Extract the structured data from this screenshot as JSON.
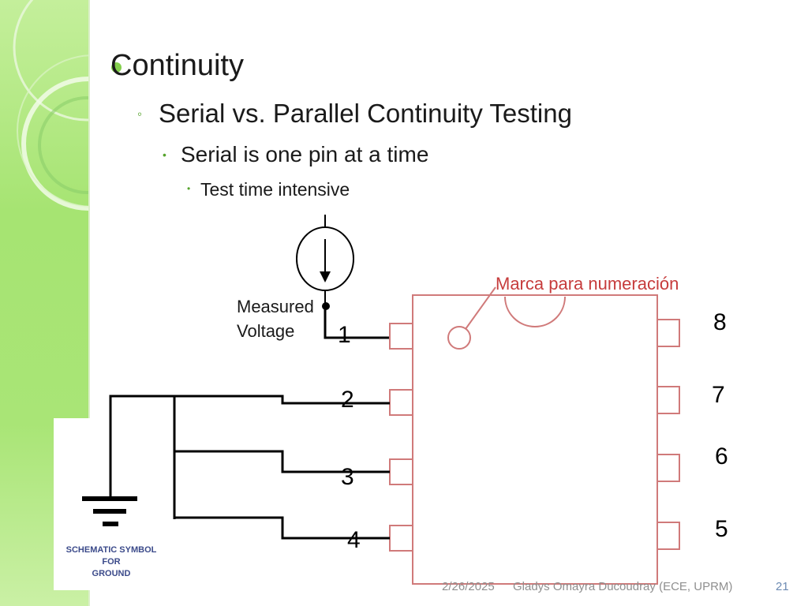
{
  "slide": {
    "bullet_level1": "Continuity",
    "bullet_level2": "Serial vs. Parallel Continuity Testing",
    "bullet_level3": "Serial is one pin at a time",
    "bullet_level4": "Test time intensive",
    "bullet_level2_marker": "◦",
    "bullet_level3_marker": "•",
    "bullet_level4_marker": "•"
  },
  "diagram": {
    "measured_label_line1": "Measured",
    "measured_label_line2": "Voltage",
    "marker_label": "Marca para numeración",
    "pin_labels": [
      "1",
      "2",
      "3",
      "4",
      "5",
      "6",
      "7",
      "8"
    ],
    "ground_label_lines": [
      "SCHEMATIC SYMBOL",
      "FOR",
      "GROUND"
    ],
    "colors": {
      "chip": "#d07a7a",
      "marker_text": "#c63c3c",
      "wire": "#000000"
    }
  },
  "footer": {
    "date": "2/26/2025",
    "author": "Gladys Omayra Ducoudray (ECE, UPRM)",
    "page_number": "21"
  },
  "icons": [
    "bullet-dot-icon",
    "current-source-icon",
    "ground-symbol-icon"
  ]
}
